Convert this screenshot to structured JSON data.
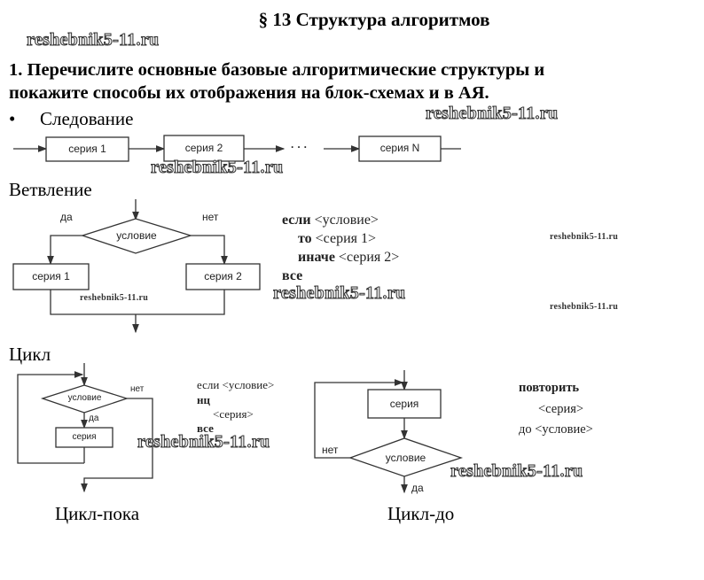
{
  "title": "§ 13 Структура алгоритмов",
  "watermark": "reshebnik5-11.ru",
  "question": {
    "line1": "1.   Перечислите основные базовые алгоритмические структуры и",
    "line2": "покажите способы их отображения на блок-схемах и в АЯ."
  },
  "sequence": {
    "bullet": "•",
    "heading": "Следование",
    "box1": "серия 1",
    "box2": "серия 2",
    "dots": "· · ·",
    "boxN": "серия N"
  },
  "branch": {
    "heading": "Ветвление",
    "yes": "да",
    "no": "нет",
    "condition": "условие",
    "box1": "серия 1",
    "box2": "серия 2",
    "code": {
      "kw_if": "если",
      "if_rest": "<условие>",
      "kw_then": "то",
      "then_rest": "<серия 1>",
      "kw_else": "иначе",
      "else_rest": "<серия 2>",
      "kw_end": "все"
    }
  },
  "loop": {
    "heading": "Цикл",
    "while": {
      "condition": "условие",
      "no": "нет",
      "yes": "да",
      "body": "серия",
      "caption": "Цикл-пока",
      "code": {
        "l1": "если <условие>",
        "l2": "нц",
        "l3": "<серия>",
        "l4": "все"
      }
    },
    "until": {
      "condition": "условие",
      "no": "нет",
      "yes": "да",
      "body": "серия",
      "caption": "Цикл-до",
      "code": {
        "l1": "повторить",
        "l2": "<серия>",
        "l3": "до <условие>"
      }
    }
  }
}
